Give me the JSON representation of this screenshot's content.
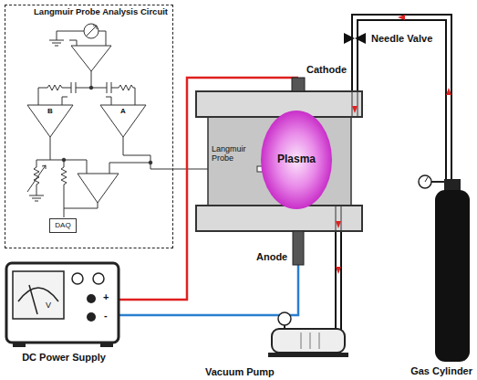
{
  "diagram": {
    "nodes": [
      {
        "text": [
          "Langmuir Probe Analysis Circuit"
        ]
      },
      {
        "text": [
          "DAQ"
        ],
        "in": 0
      },
      {
        "text": [
          "Plasma"
        ]
      },
      {
        "text": [
          "DC Power Supply"
        ]
      },
      {
        "text": [
          "Vacuum Pump"
        ]
      },
      {
        "text": [
          "Gas Cylinder"
        ]
      }
    ],
    "labels": [
      "Cathode",
      "Needle Valve",
      "Langmuir Probe",
      "Anode",
      "V",
      "+",
      "-",
      "B",
      "A"
    ]
  }
}
